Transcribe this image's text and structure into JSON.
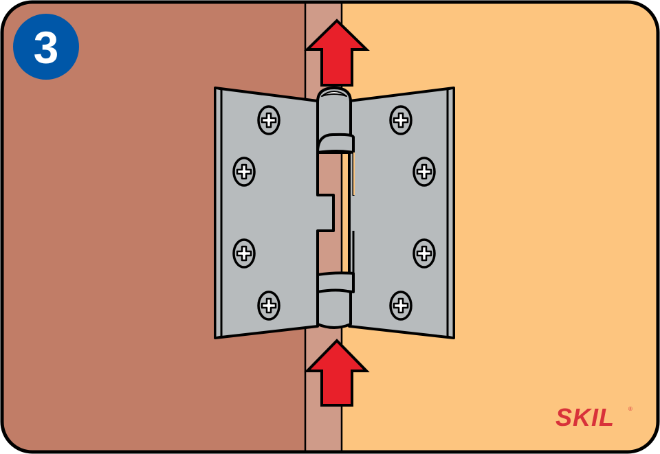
{
  "step_badge": {
    "number": "3",
    "color": "#0057A8"
  },
  "logo": {
    "text": "SKIL",
    "mark": "®",
    "color": "#D8323A"
  },
  "colors": {
    "door": "#C17D67",
    "gap": "#CF9B89",
    "frame": "#FDC57F",
    "hinge": "#B7BBBD",
    "arrow": "#E8202A"
  },
  "arrows": {
    "direction": "up",
    "count": 2
  }
}
